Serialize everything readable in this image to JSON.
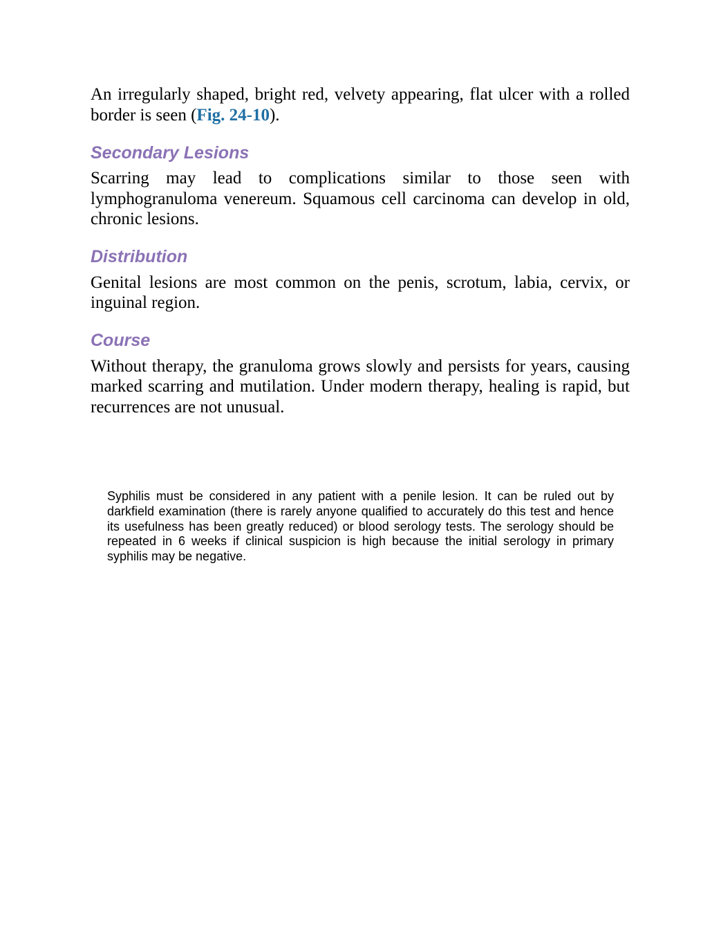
{
  "section_intro": {
    "text_before_ref": "An irregularly shaped, bright red, velvety appearing, flat ulcer with a rolled border is seen (",
    "fig_ref": "Fig. 24-10",
    "text_after_ref": ")."
  },
  "secondary_lesions": {
    "heading": "Secondary Lesions",
    "body": "Scarring may lead to complications similar to those seen with lymphogranuloma venereum. Squamous cell carcinoma can develop in old, chronic lesions."
  },
  "distribution": {
    "heading": "Distribution",
    "body": "Genital lesions are most common on the penis, scrotum, labia, cervix, or inguinal region."
  },
  "course": {
    "heading": "Course",
    "body": "Without therapy, the granuloma grows slowly and persists for years, causing marked scarring and mutilation. Under modern therapy, healing is rapid, but recurrences are not unusual."
  },
  "note": {
    "text": "Syphilis must be considered in any patient with a penile lesion. It can be ruled out by darkfield examination (there is rarely anyone qualified to accurately do this test and hence its usefulness has been greatly reduced) or blood serology tests. The serology should be repeated in 6 weeks if clinical suspicion is high because the initial serology in primary syphilis may be negative."
  },
  "colors": {
    "heading": "#8b72b5",
    "fig_link": "#1f6fa3",
    "text": "#000000"
  }
}
